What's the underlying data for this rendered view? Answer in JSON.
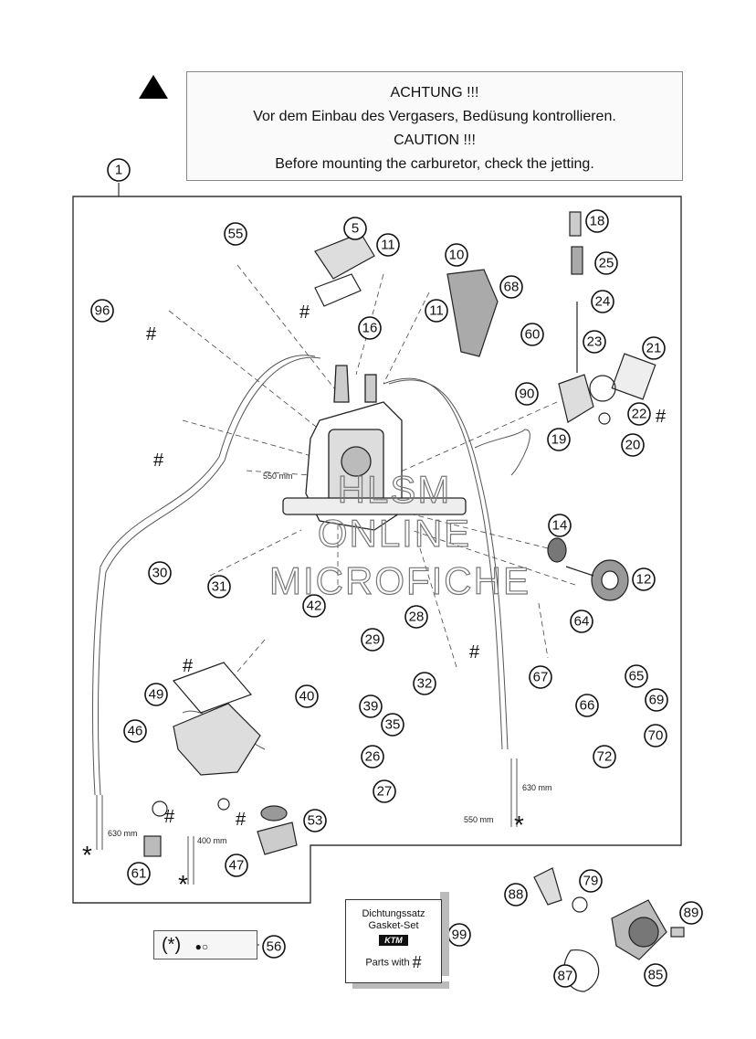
{
  "notice": {
    "line1": "ACHTUNG !!!",
    "line2": "Vor dem Einbau des Vergasers, Bedüsung kontrollieren.",
    "line3": "CAUTION !!!",
    "line4": "Before mounting the carburetor, check the jetting."
  },
  "assembly_callout": "1",
  "callouts": [
    "5",
    "10",
    "11",
    "11",
    "12",
    "14",
    "16",
    "18",
    "19",
    "20",
    "21",
    "22",
    "23",
    "24",
    "25",
    "26",
    "27",
    "28",
    "29",
    "30",
    "31",
    "32",
    "35",
    "39",
    "40",
    "42",
    "46",
    "47",
    "49",
    "53",
    "55",
    "56",
    "60",
    "61",
    "64",
    "65",
    "66",
    "67",
    "68",
    "69",
    "70",
    "72",
    "79",
    "85",
    "87",
    "88",
    "89",
    "90",
    "96",
    "99"
  ],
  "marks": {
    "hash": "#",
    "star": "*"
  },
  "dimensions": {
    "d550a": "550 mm",
    "d550b": "550 mm",
    "d630a": "630 mm",
    "d630b": "630 mm",
    "d400": "400 mm"
  },
  "gasket_kit": {
    "line1": "Dichtungssatz",
    "line2": "Gasket-Set",
    "logo": "KTM",
    "parts_label": "Parts with",
    "parts_mark": "#"
  },
  "optional_box": {
    "label": "(*)"
  },
  "watermark": {
    "line1": "HLSM",
    "line2": "ONLINE",
    "line3": "MICROFICHE"
  }
}
